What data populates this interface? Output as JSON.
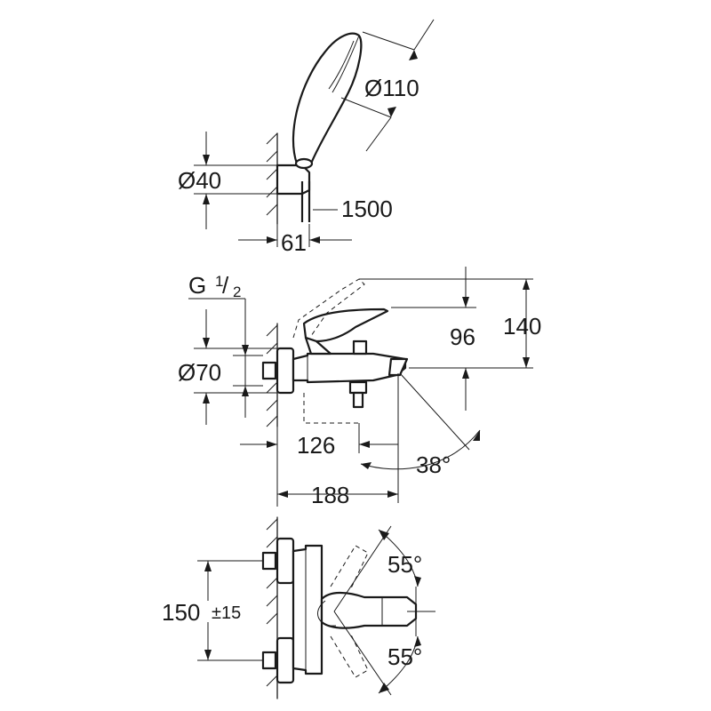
{
  "handshower": {
    "diameter_head": "Ø110",
    "diameter_holder": "Ø40",
    "hose_length": "1500",
    "holder_depth": "61"
  },
  "mixer_side": {
    "thread_main": "G",
    "thread_num": "1",
    "thread_den": "2",
    "diameter_escutcheon": "Ø70",
    "height_lever": "96",
    "height_total": "140",
    "spout_reach": "126",
    "spout_angle": "38°",
    "projection": "188"
  },
  "mixer_top": {
    "centers": "150",
    "centers_tolerance": "±15",
    "angle_upper": "55°",
    "angle_lower": "55°"
  }
}
